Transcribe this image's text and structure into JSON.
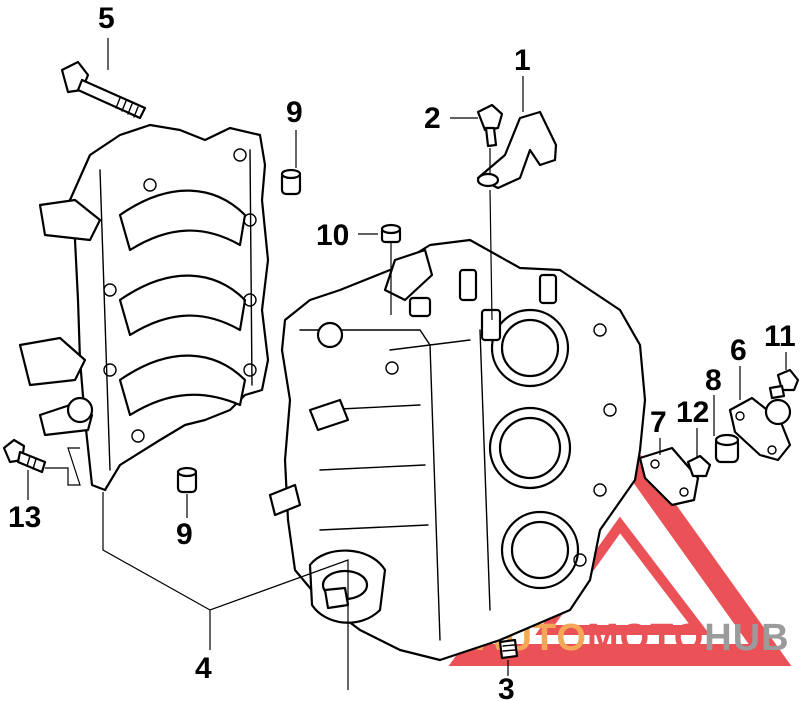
{
  "callouts": [
    {
      "id": "1",
      "label": "1"
    },
    {
      "id": "2",
      "label": "2"
    },
    {
      "id": "3",
      "label": "3"
    },
    {
      "id": "4",
      "label": "4"
    },
    {
      "id": "5",
      "label": "5"
    },
    {
      "id": "6",
      "label": "6"
    },
    {
      "id": "7",
      "label": "7"
    },
    {
      "id": "8",
      "label": "8"
    },
    {
      "id": "9a",
      "label": "9"
    },
    {
      "id": "9b",
      "label": "9"
    },
    {
      "id": "10",
      "label": "10"
    },
    {
      "id": "11",
      "label": "11"
    },
    {
      "id": "12",
      "label": "12"
    },
    {
      "id": "13",
      "label": "13"
    }
  ],
  "watermark": {
    "part1": "AUTO",
    "part2": "MOTO",
    "part3": "HUB",
    "color_red": "#e8353a",
    "color_orange": "#f39a3a",
    "color_gray": "#8a8a8a"
  }
}
